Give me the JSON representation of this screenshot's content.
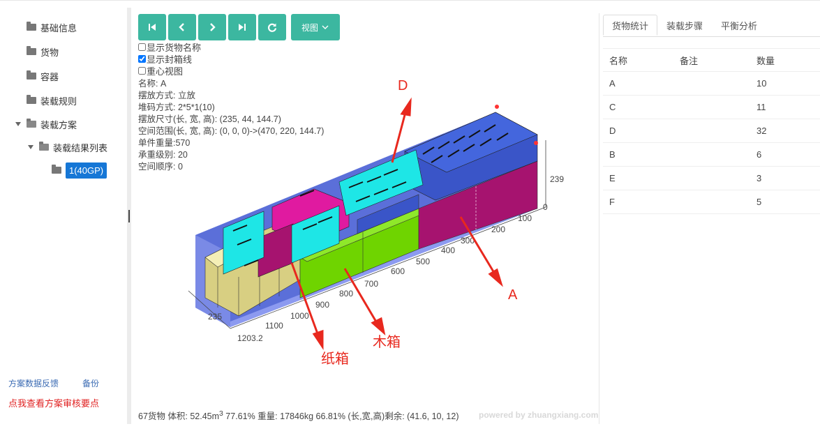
{
  "tree": {
    "items": [
      {
        "label": "基础信息"
      },
      {
        "label": "货物"
      },
      {
        "label": "容器"
      },
      {
        "label": "装载规则"
      },
      {
        "label": "装载方案"
      },
      {
        "label": "装载结果列表"
      },
      {
        "label": "1(40GP)"
      }
    ]
  },
  "footer": {
    "feedback": "方案数据反馈",
    "backup": "备份",
    "review": "点我查看方案审核要点"
  },
  "toolbar": {
    "buttons": [
      {
        "icon": "skip-first-icon"
      },
      {
        "icon": "prev-icon"
      },
      {
        "icon": "next-icon"
      },
      {
        "icon": "skip-last-icon"
      },
      {
        "icon": "refresh-icon"
      }
    ],
    "view_label": "视图"
  },
  "options": {
    "show_name": {
      "label": "显示货物名称",
      "checked": false
    },
    "show_seal": {
      "label": "显示封箱线",
      "checked": true
    },
    "center_view": {
      "label": "重心视图",
      "checked": false
    }
  },
  "info": {
    "name": "名称: A",
    "placement": "摆放方式: 立放",
    "stacking": "堆码方式: 2*5*1(10)",
    "size": "摆放尺寸(长, 宽, 高): (235, 44, 144.7)",
    "space": "空间范围(长, 宽, 高): (0, 0, 0)->(470, 220, 144.7)",
    "weight": "单件重量:570",
    "bearing": "承重级别: 20",
    "order": "空间顺序: 0"
  },
  "scene": {
    "axis_labels": [
      "239",
      "0",
      "100",
      "200",
      "300",
      "400",
      "500",
      "600",
      "700",
      "800",
      "900",
      "1000",
      "1100",
      "1203.2",
      "235"
    ],
    "annotations": {
      "d": "D",
      "a": "A",
      "carton": "纸箱",
      "wood": "木箱"
    },
    "colors": {
      "container": "#5b6fd9",
      "cyan": "#1ee6e6",
      "magenta": "#c0147f",
      "green": "#6fd400",
      "blue": "#3a55c8",
      "cream": "#d8cf82",
      "pink": "#e01aa0",
      "annotation": "#e8281e"
    }
  },
  "status": {
    "text_before": "67货物 体积: 52.45m",
    "sup": "3",
    "text_after": " 77.61% 重量: 17846kg 66.81% (长,宽,高)剩余: (41.6, 10, 12)",
    "powered": "powered by zhuangxiang.com"
  },
  "stats": {
    "tabs": [
      "货物统计",
      "装载步骤",
      "平衡分析"
    ],
    "headers": [
      "名称",
      "备注",
      "数量"
    ],
    "rows": [
      {
        "name": "A",
        "note": "",
        "qty": "10"
      },
      {
        "name": "C",
        "note": "",
        "qty": "11"
      },
      {
        "name": "D",
        "note": "",
        "qty": "32"
      },
      {
        "name": "B",
        "note": "",
        "qty": "6"
      },
      {
        "name": "E",
        "note": "",
        "qty": "3"
      },
      {
        "name": "F",
        "note": "",
        "qty": "5"
      }
    ]
  }
}
